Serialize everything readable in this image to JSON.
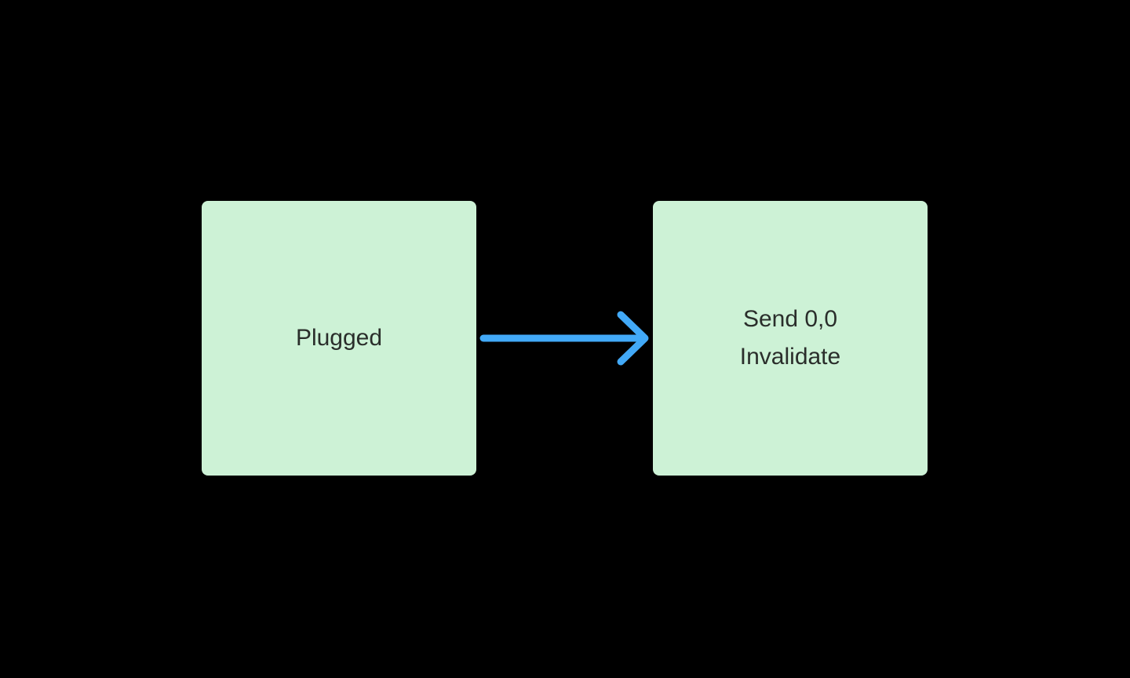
{
  "colors": {
    "background": "#000000",
    "node_fill": "#CDF2D6",
    "node_text": "#2A2E2B",
    "arrow": "#42A9F7"
  },
  "diagram": {
    "nodes": [
      {
        "id": "plugged",
        "label": "Plugged"
      },
      {
        "id": "send-invalidate",
        "line1": "Send 0,0",
        "line2": "Invalidate"
      }
    ],
    "edge": {
      "from": "plugged",
      "to": "send-invalidate",
      "shape": "right-arrow"
    }
  }
}
